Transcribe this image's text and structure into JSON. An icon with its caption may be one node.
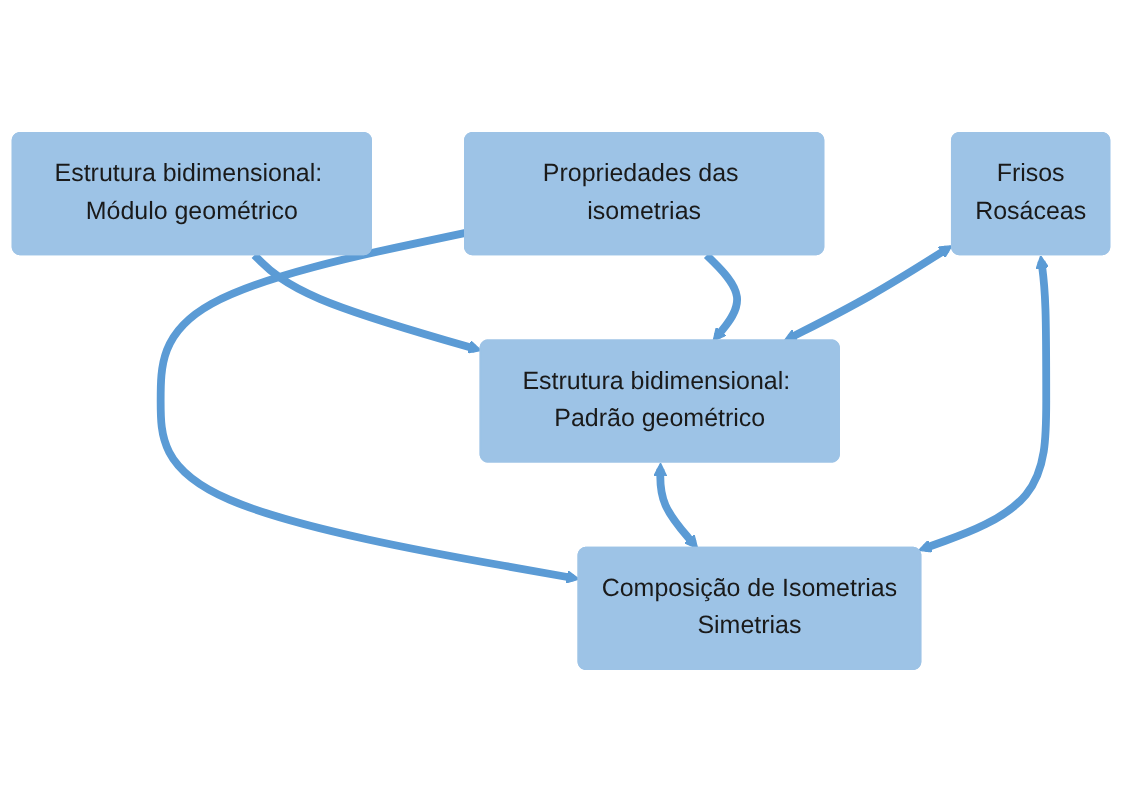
{
  "diagram": {
    "nodes": [
      {
        "text": [
          "Estrutura bidimensional: Módulo geométrico"
        ]
      },
      {
        "text": [
          "Propriedades das isometrias"
        ]
      },
      {
        "text": [
          "Estrutura bidimensional: Padrão geométrico"
        ]
      },
      {
        "text": [
          "Composição de Isometrias",
          "Simetrias"
        ]
      },
      {
        "text": [
          "Frisos",
          "Rosáceas"
        ]
      }
    ],
    "edges": [
      {
        "from": 0,
        "to": 2,
        "arrow": "to"
      },
      {
        "from": 1,
        "to": 2,
        "arrow": "to"
      },
      {
        "from": 1,
        "to": 3,
        "arrow": "to"
      },
      {
        "from": 3,
        "to": 2,
        "arrow": "both"
      },
      {
        "from": 2,
        "to": 4,
        "arrow": "both"
      },
      {
        "from": 3,
        "to": 4,
        "arrow": "both"
      }
    ]
  }
}
